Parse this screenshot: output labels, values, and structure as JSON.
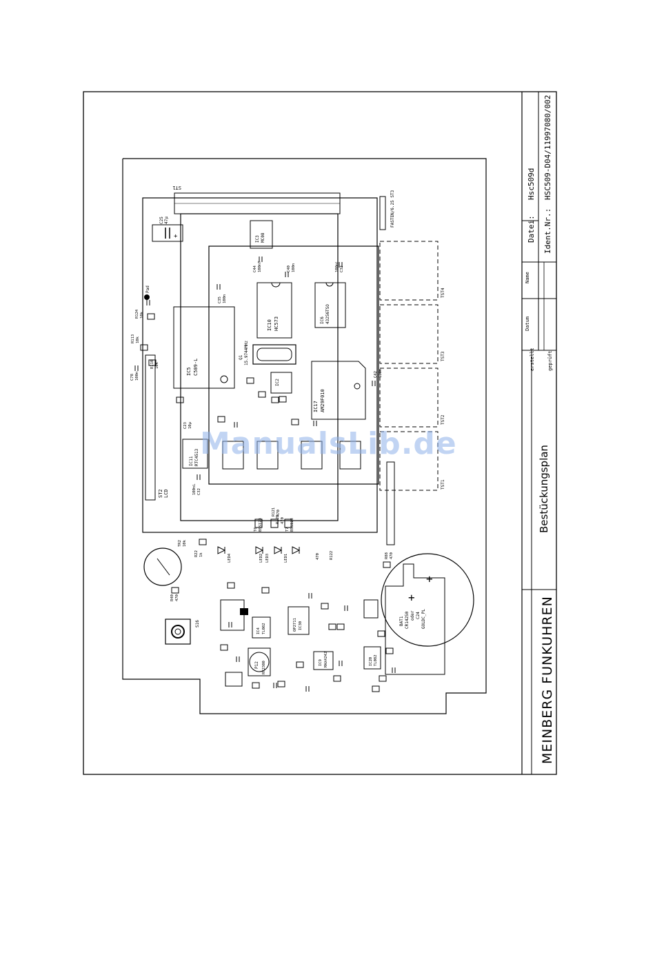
{
  "title_block": {
    "company": "MEINBERG FUNKUHREN",
    "drawing_type": "Bestückungsplan",
    "file_label": "Datei:",
    "file_value": "Hsc509d",
    "ident_label": "Ident.Nr.:",
    "ident_value": "HSC509-D04/11997080/002",
    "col_date": "Datum",
    "col_name": "Name",
    "row_created": "erstellt",
    "row_checked": "geprüft"
  },
  "watermark": "ManualsLib.de",
  "components": {
    "st1": "ST1",
    "st2": "ST2",
    "st2_sub": "LCD",
    "st3": "FASTEN/6.25  ST3",
    "ic3": "IC3",
    "ic3_sub": "MC08",
    "ic5": "IC5",
    "ic5_sub": "C509-L",
    "ic6": "IC6",
    "ic6_sub": "43256TSO",
    "ic10": "IC10",
    "ic10_sub": "HC573",
    "ic17": "IC17",
    "ic17_sub": "AM29F010",
    "ic11": "IC11",
    "ic11_sub": "RTC4513",
    "ic2": "IC2",
    "q1": "Q1",
    "q1_sub": "15.9744MHz",
    "tst1": "TST1",
    "tst2": "TST2",
    "tst3": "TST3",
    "tst4": "TST4",
    "bat1": "BAT1",
    "bat1_sub": "CR14250",
    "bat1_or": "oder",
    "c24": "C24",
    "c24_sub": "GOLDC_PL",
    "tr2": "TR2",
    "tr2_sub": "10k",
    "p12": "P12",
    "p12_sub": "RF2300",
    "ic4": "IC4",
    "ic4_sub": "TL082",
    "ic30": "IC30",
    "ic30_sub": "OP2711",
    "ic9": "IC9",
    "ic9_sub": "MAX4242",
    "ic20": "IC20",
    "ic20_sub": "TL082",
    "s16": "S16",
    "t6": "T6",
    "t6_sub": "BSS123",
    "t7": "T7",
    "t7_sub": "BSS123",
    "pad": "Pad",
    "c25": "C25",
    "c25_sub": "47µ",
    "c44": "C44",
    "c44_sub": "100nT",
    "c33": "C33",
    "c33_sub": "100nL",
    "c35": "C35",
    "c35_sub": "100n",
    "c40": "C40",
    "c40_sub": "100n",
    "c42": "C42",
    "c42_sub": "100n",
    "c32": "C32",
    "c32_sub": "100nL",
    "c23": "C23",
    "c23_sub": "10µ",
    "c78": "C78",
    "c78_sub": "100n",
    "r113": "R113",
    "r113_sub": "10k",
    "r124": "R124",
    "r124_sub": "10k",
    "r110": "R110",
    "r110_sub": "10k",
    "r22": "R22",
    "r22_sub": "1k",
    "r40": "R40",
    "r40_sub": "470",
    "r88": "R88",
    "r88_sub": "470",
    "r122": "R122",
    "r122_sub": "470",
    "led1": "LED1",
    "led2": "LED2",
    "led3": "LED3",
    "led4": "LED4",
    "r120": "R120",
    "r120_sub": "470",
    "r121": "R121",
    "r121_sub": "470"
  }
}
